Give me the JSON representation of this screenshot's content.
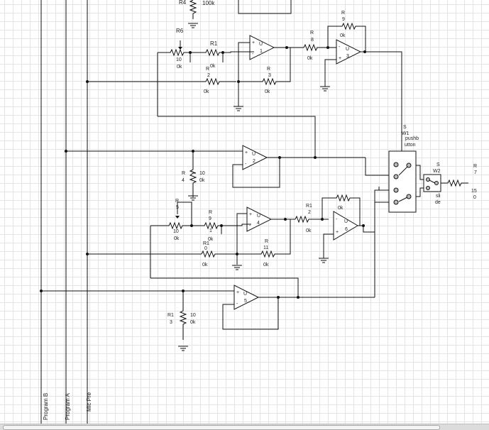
{
  "labels": {
    "r4_top": "R4",
    "r4_top_val": "100k",
    "r6": "R6",
    "r6_val_a": "10",
    "r6_val_b": "0k",
    "r1": "R1",
    "r1_val": "0k",
    "r2a": "R",
    "r2b": "2",
    "r2_val": "0k",
    "r3a": "R",
    "r3b": "3",
    "r3_val": "0k",
    "r8a": "R",
    "r8b": "8",
    "r8_val": "0k",
    "r9a": "R",
    "r9b": "9",
    "r9_val": "0k",
    "u1": "U",
    "u1n": "1",
    "u2": "U",
    "u2n": "2",
    "u3": "U",
    "u3n": "3",
    "u4": "U",
    "u4n": "4",
    "u5": "U",
    "u5n": "5",
    "u6": "U",
    "u6n": "6",
    "sw1a": "S",
    "sw1b": "W1",
    "sw1c": "pushb",
    "sw1d": "utton",
    "sw2a": "S",
    "sw2b": "W2",
    "sw2c": "sli",
    "sw2d": "de",
    "r7a": "R",
    "r7b": "7",
    "r7c": "15",
    "r7d": "0",
    "r4a": "R",
    "r4b": "4",
    "r4_val_a": "10",
    "r4_val_b": "0k",
    "r5a": "R",
    "r5b": "5",
    "r10a": "10",
    "r10b": "0k",
    "r9b_a": "R",
    "r9b_b": "9",
    "r9b_c": "1",
    "r9b_val": "0k",
    "r10b_a": "R1",
    "r10b_b": "0",
    "r10b_val": "0k",
    "r11a": "R",
    "r11b": "11",
    "r11_val": "0k",
    "r12a": "R1",
    "r12b": "2",
    "r12_val": "0k",
    "rfb6_val": "0k",
    "r13a": "R1",
    "r13b": "3",
    "r13_val_a": "10",
    "r13_val_b": "0k",
    "bus_b": "Program B",
    "bus_a": "Program A",
    "bus_mic": "Mic Pre"
  }
}
